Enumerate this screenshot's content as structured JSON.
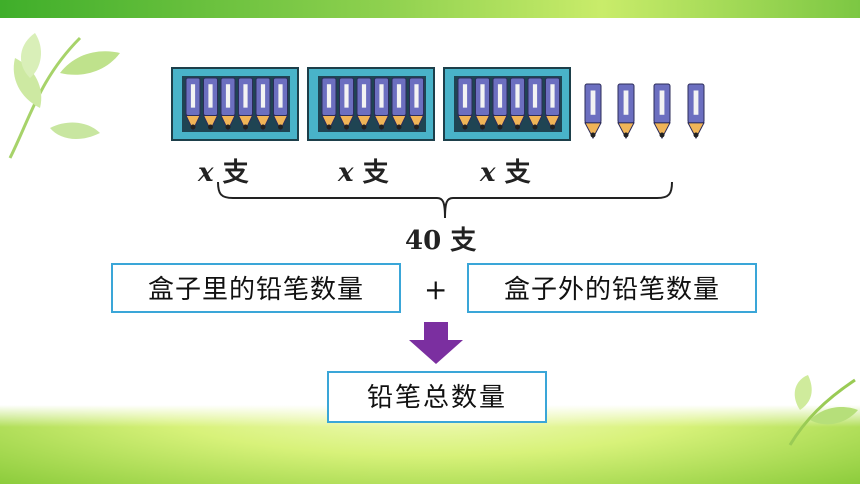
{
  "colors": {
    "top_bar": "#6cc53a",
    "box_border": "#3aa6d8",
    "arrow": "#7b2fa0",
    "pencil_body": "#6c6fc0",
    "pencil_box": "#49b3c9"
  },
  "diagram": {
    "box_labels": [
      {
        "var": "x",
        "unit": "支"
      },
      {
        "var": "x",
        "unit": "支"
      },
      {
        "var": "x",
        "unit": "支"
      }
    ],
    "total": {
      "value": "40",
      "unit": "支"
    },
    "term_left": "盒子里的铅笔数量",
    "operator": "+",
    "term_right": "盒子外的铅笔数量",
    "result": "铅笔总数量",
    "pencil_boxes": 3,
    "pencils_per_box_shown": 6,
    "loose_pencils": 4
  },
  "icons": [
    "pencil-box-icon",
    "pencil-icon",
    "down-arrow-icon",
    "leaf-decoration-icon"
  ]
}
